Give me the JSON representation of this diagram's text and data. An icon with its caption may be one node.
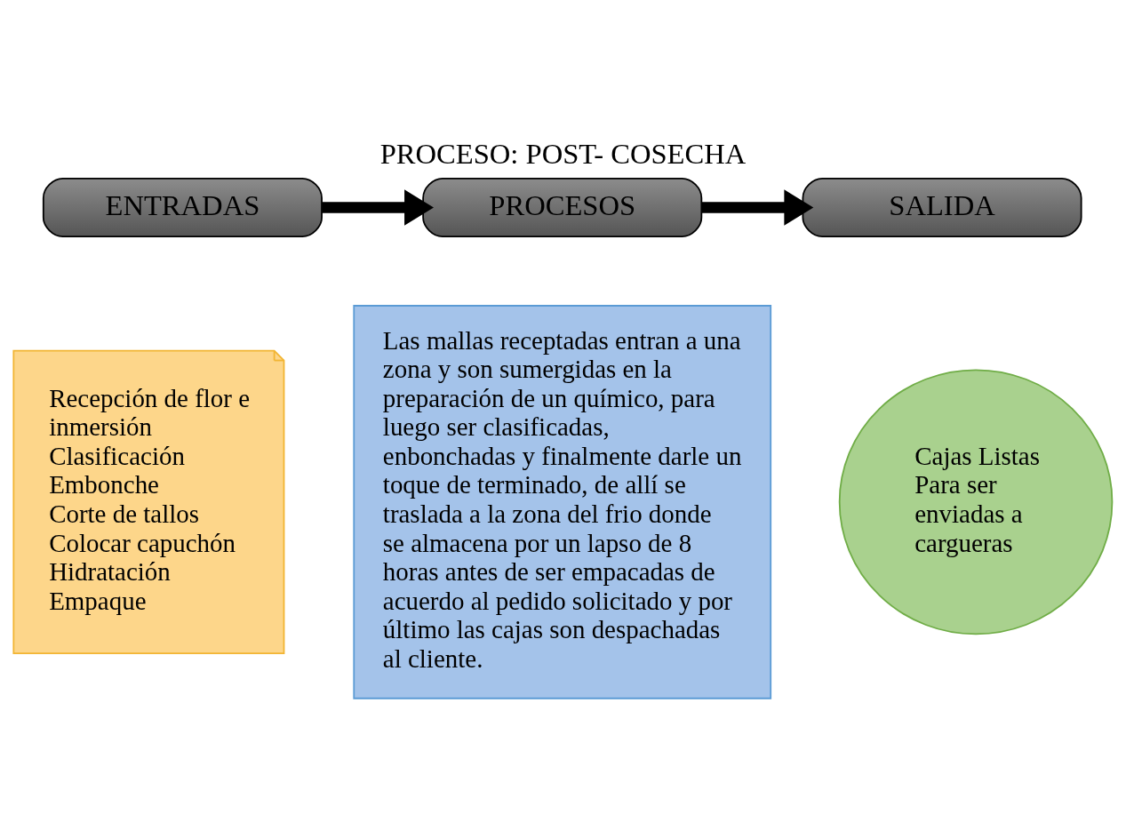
{
  "diagram": {
    "title": "PROCESO: POST- COSECHA",
    "nodes": [
      {
        "text": [
          "ENTRADAS"
        ]
      },
      {
        "text": [
          "PROCESOS"
        ]
      },
      {
        "text": [
          "SALIDA"
        ]
      },
      {
        "text": [
          "Recepción de flor e inmersión",
          "Clasificación",
          "Embonche",
          "Corte de tallos",
          "Colocar capuchón",
          "Hidratación",
          "Empaque"
        ]
      },
      {
        "text": [
          "Las mallas receptadas entran a una zona y son sumergidas en la preparación de un químico, para luego ser clasificadas, enbonchadas y finalmente darle un toque de terminado, de allí se traslada a la zona del frio donde se almacena por un lapso de 8 horas antes de ser empacadas de acuerdo al pedido solicitado y por último las cajas son despachadas al cliente."
        ]
      },
      {
        "text": [
          "Cajas Listas Para ser enviadas a cargueras"
        ]
      }
    ],
    "edges": [
      {
        "from": 0,
        "to": 1,
        "arrow": "to"
      },
      {
        "from": 1,
        "to": 2,
        "arrow": "to"
      }
    ]
  }
}
